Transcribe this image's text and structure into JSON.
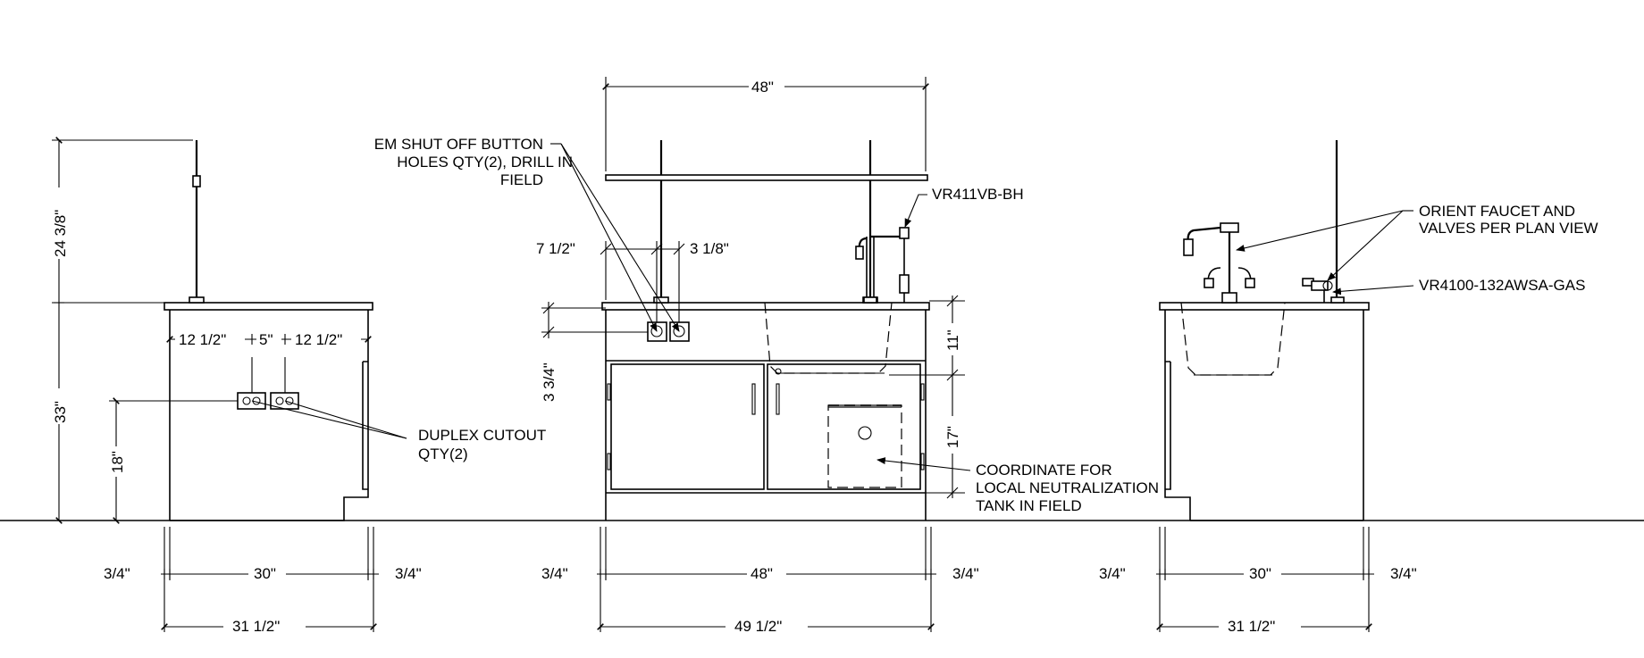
{
  "dims": {
    "left_height_top": "24 3/8\"",
    "left_height_base": "33\"",
    "left_outlet_height": "18\"",
    "left_outlet_spacing": [
      "12 1/2\"",
      "5\"",
      "12 1/2\""
    ],
    "left_bottom": [
      "3/4\"",
      "30\"",
      "3/4\"",
      "31 1/2\""
    ],
    "center_top_width": "48\"",
    "center_button_offsets": [
      "7 1/2\"",
      "3 1/8\""
    ],
    "center_button_drop": "3 3/4\"",
    "center_sink_depth": "11\"",
    "center_cabinet_height": "17\"",
    "center_bottom": [
      "3/4\"",
      "48\"",
      "3/4\"",
      "49 1/2\""
    ],
    "right_bottom": [
      "3/4\"",
      "30\"",
      "3/4\"",
      "31 1/2\""
    ]
  },
  "notes": {
    "em_shutoff": [
      "EM SHUT OFF BUTTON",
      "HOLES QTY(2), DRILL IN",
      "FIELD"
    ],
    "duplex": [
      "DUPLEX CUTOUT",
      "QTY(2)"
    ],
    "vr411": "VR411VB-BH",
    "neutralization": [
      "COORDINATE FOR",
      "LOCAL NEUTRALIZATION",
      "TANK IN FIELD"
    ],
    "orient": [
      "ORIENT FAUCET AND",
      "VALVES PER PLAN VIEW"
    ],
    "vr4100": "VR4100-132AWSA-GAS"
  }
}
